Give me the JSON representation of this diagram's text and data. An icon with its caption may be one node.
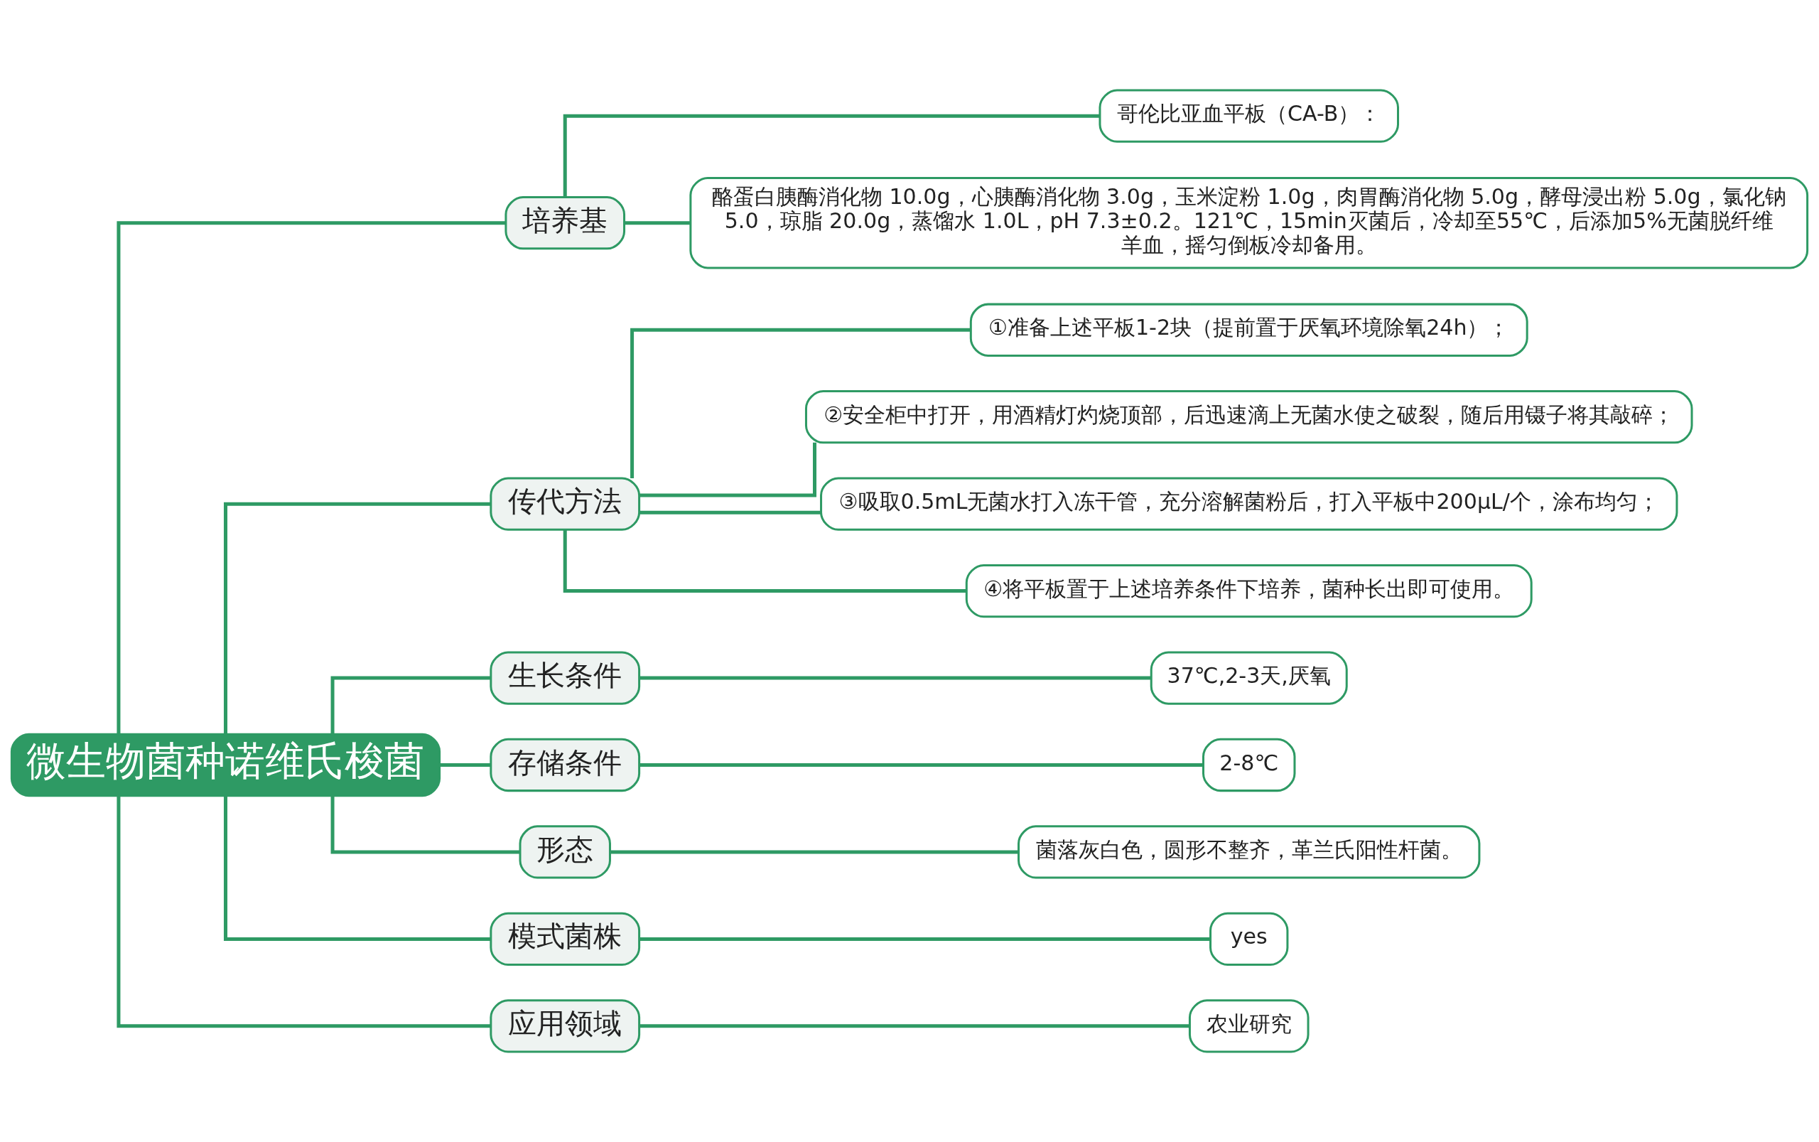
{
  "diagram": {
    "nodes": [
      {
        "text": [
          "微生物菌种诺维氏梭菌"
        ]
      },
      {
        "text": [
          "培养基"
        ]
      },
      {
        "text": [
          "哥伦比亚血平板（CA-B）："
        ]
      },
      {
        "text": [
          "酪蛋白胰酶消化物 10.0g，心胰酶消化物 3.0g，玉米淀粉 1.0g，肉胃酶消化物 5.0g，酵母浸出粉 5.0g，氯化钠 5.0，琼脂 20.0g，蒸馏水 1.0L，pH 7.3±0.2。121℃，15min灭菌后，冷却至55℃，后添加5%无菌脱纤维羊血，摇匀倒板冷却备用。"
        ]
      },
      {
        "text": [
          "传代方法"
        ]
      },
      {
        "text": [
          "①准备上述平板1-2块（提前置于厌氧环境除氧24h）；"
        ]
      },
      {
        "text": [
          "②安全柜中打开，用酒精灯灼烧顶部，后迅速滴上无菌水使之破裂，随后用镊子将其敲碎；"
        ]
      },
      {
        "text": [
          "③吸取0.5mL无菌水打入冻干管，充分溶解菌粉后，打入平板中200μL/个，涂布均匀；"
        ]
      },
      {
        "text": [
          "④将平板置于上述培养条件下培养，菌种长出即可使用。"
        ]
      },
      {
        "text": [
          "生长条件"
        ]
      },
      {
        "text": [
          "37℃,2-3天,厌氧"
        ]
      },
      {
        "text": [
          "存储条件"
        ]
      },
      {
        "text": [
          "2-8℃"
        ]
      },
      {
        "text": [
          "形态"
        ]
      },
      {
        "text": [
          "菌落灰白色，圆形不整齐，革兰氏阳性杆菌。"
        ]
      },
      {
        "text": [
          "模式菌株"
        ]
      },
      {
        "text": [
          "yes"
        ]
      },
      {
        "text": [
          "应用领域"
        ]
      },
      {
        "text": [
          "农业研究"
        ]
      }
    ],
    "edges": [
      {
        "from": 0,
        "to": 1,
        "arrow": "none"
      },
      {
        "from": 1,
        "to": 2,
        "arrow": "none"
      },
      {
        "from": 1,
        "to": 3,
        "arrow": "none"
      },
      {
        "from": 0,
        "to": 4,
        "arrow": "none"
      },
      {
        "from": 4,
        "to": 5,
        "arrow": "none"
      },
      {
        "from": 4,
        "to": 6,
        "arrow": "none"
      },
      {
        "from": 4,
        "to": 7,
        "arrow": "none"
      },
      {
        "from": 4,
        "to": 8,
        "arrow": "none"
      },
      {
        "from": 0,
        "to": 9,
        "arrow": "none"
      },
      {
        "from": 9,
        "to": 10,
        "arrow": "none"
      },
      {
        "from": 0,
        "to": 11,
        "arrow": "none"
      },
      {
        "from": 11,
        "to": 12,
        "arrow": "none"
      },
      {
        "from": 0,
        "to": 13,
        "arrow": "none"
      },
      {
        "from": 13,
        "to": 14,
        "arrow": "none"
      },
      {
        "from": 0,
        "to": 15,
        "arrow": "none"
      },
      {
        "from": 15,
        "to": 16,
        "arrow": "none"
      },
      {
        "from": 0,
        "to": 17,
        "arrow": "none"
      },
      {
        "from": 17,
        "to": 18,
        "arrow": "none"
      }
    ]
  }
}
